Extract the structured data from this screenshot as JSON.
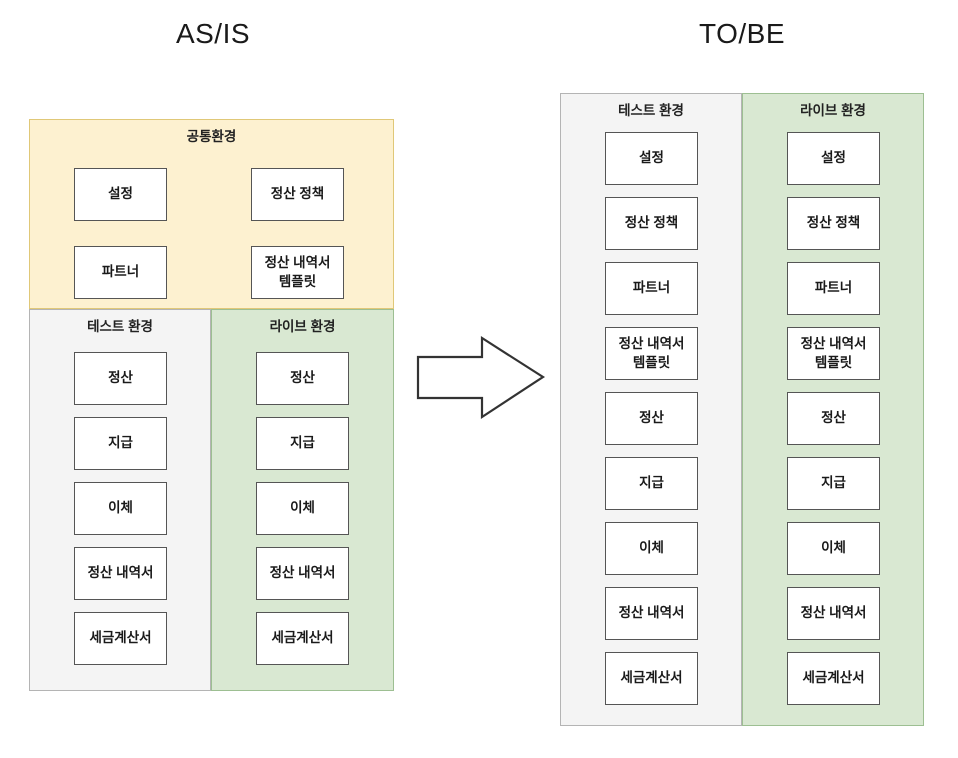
{
  "asis": {
    "title": "AS/IS",
    "zones": [
      {
        "key": "common",
        "label": "공통환경",
        "color": "#fdf1d0",
        "items": [
          {
            "label": "설정"
          },
          {
            "label": "정산 정책"
          },
          {
            "label": "파트너"
          },
          {
            "label": "정산 내역서\n템플릿"
          }
        ]
      },
      {
        "key": "test",
        "label": "테스트 환경",
        "color": "#f4f4f4",
        "items": [
          {
            "label": "정산"
          },
          {
            "label": "지급"
          },
          {
            "label": "이체"
          },
          {
            "label": "정산 내역서"
          },
          {
            "label": "세금계산서"
          }
        ]
      },
      {
        "key": "live",
        "label": "라이브 환경",
        "color": "#d9e8d2",
        "items": [
          {
            "label": "정산"
          },
          {
            "label": "지급"
          },
          {
            "label": "이체"
          },
          {
            "label": "정산 내역서"
          },
          {
            "label": "세금계산서"
          }
        ]
      }
    ]
  },
  "tobe": {
    "title": "TO/BE",
    "zones": [
      {
        "key": "test",
        "label": "테스트 환경",
        "color": "#f4f4f4",
        "items": [
          {
            "label": "설정"
          },
          {
            "label": "정산 정책"
          },
          {
            "label": "파트너"
          },
          {
            "label": "정산 내역서\n템플릿"
          },
          {
            "label": "정산"
          },
          {
            "label": "지급"
          },
          {
            "label": "이체"
          },
          {
            "label": "정산 내역서"
          },
          {
            "label": "세금계산서"
          }
        ]
      },
      {
        "key": "live",
        "label": "라이브 환경",
        "color": "#d9e8d2",
        "items": [
          {
            "label": "설정"
          },
          {
            "label": "정산 정책"
          },
          {
            "label": "파트너"
          },
          {
            "label": "정산 내역서\n템플릿"
          },
          {
            "label": "정산"
          },
          {
            "label": "지급"
          },
          {
            "label": "이체"
          },
          {
            "label": "정산 내역서"
          },
          {
            "label": "세금계산서"
          }
        ]
      }
    ]
  },
  "arrow": {
    "name": "right-arrow",
    "direction": "right",
    "color": "#333333"
  }
}
